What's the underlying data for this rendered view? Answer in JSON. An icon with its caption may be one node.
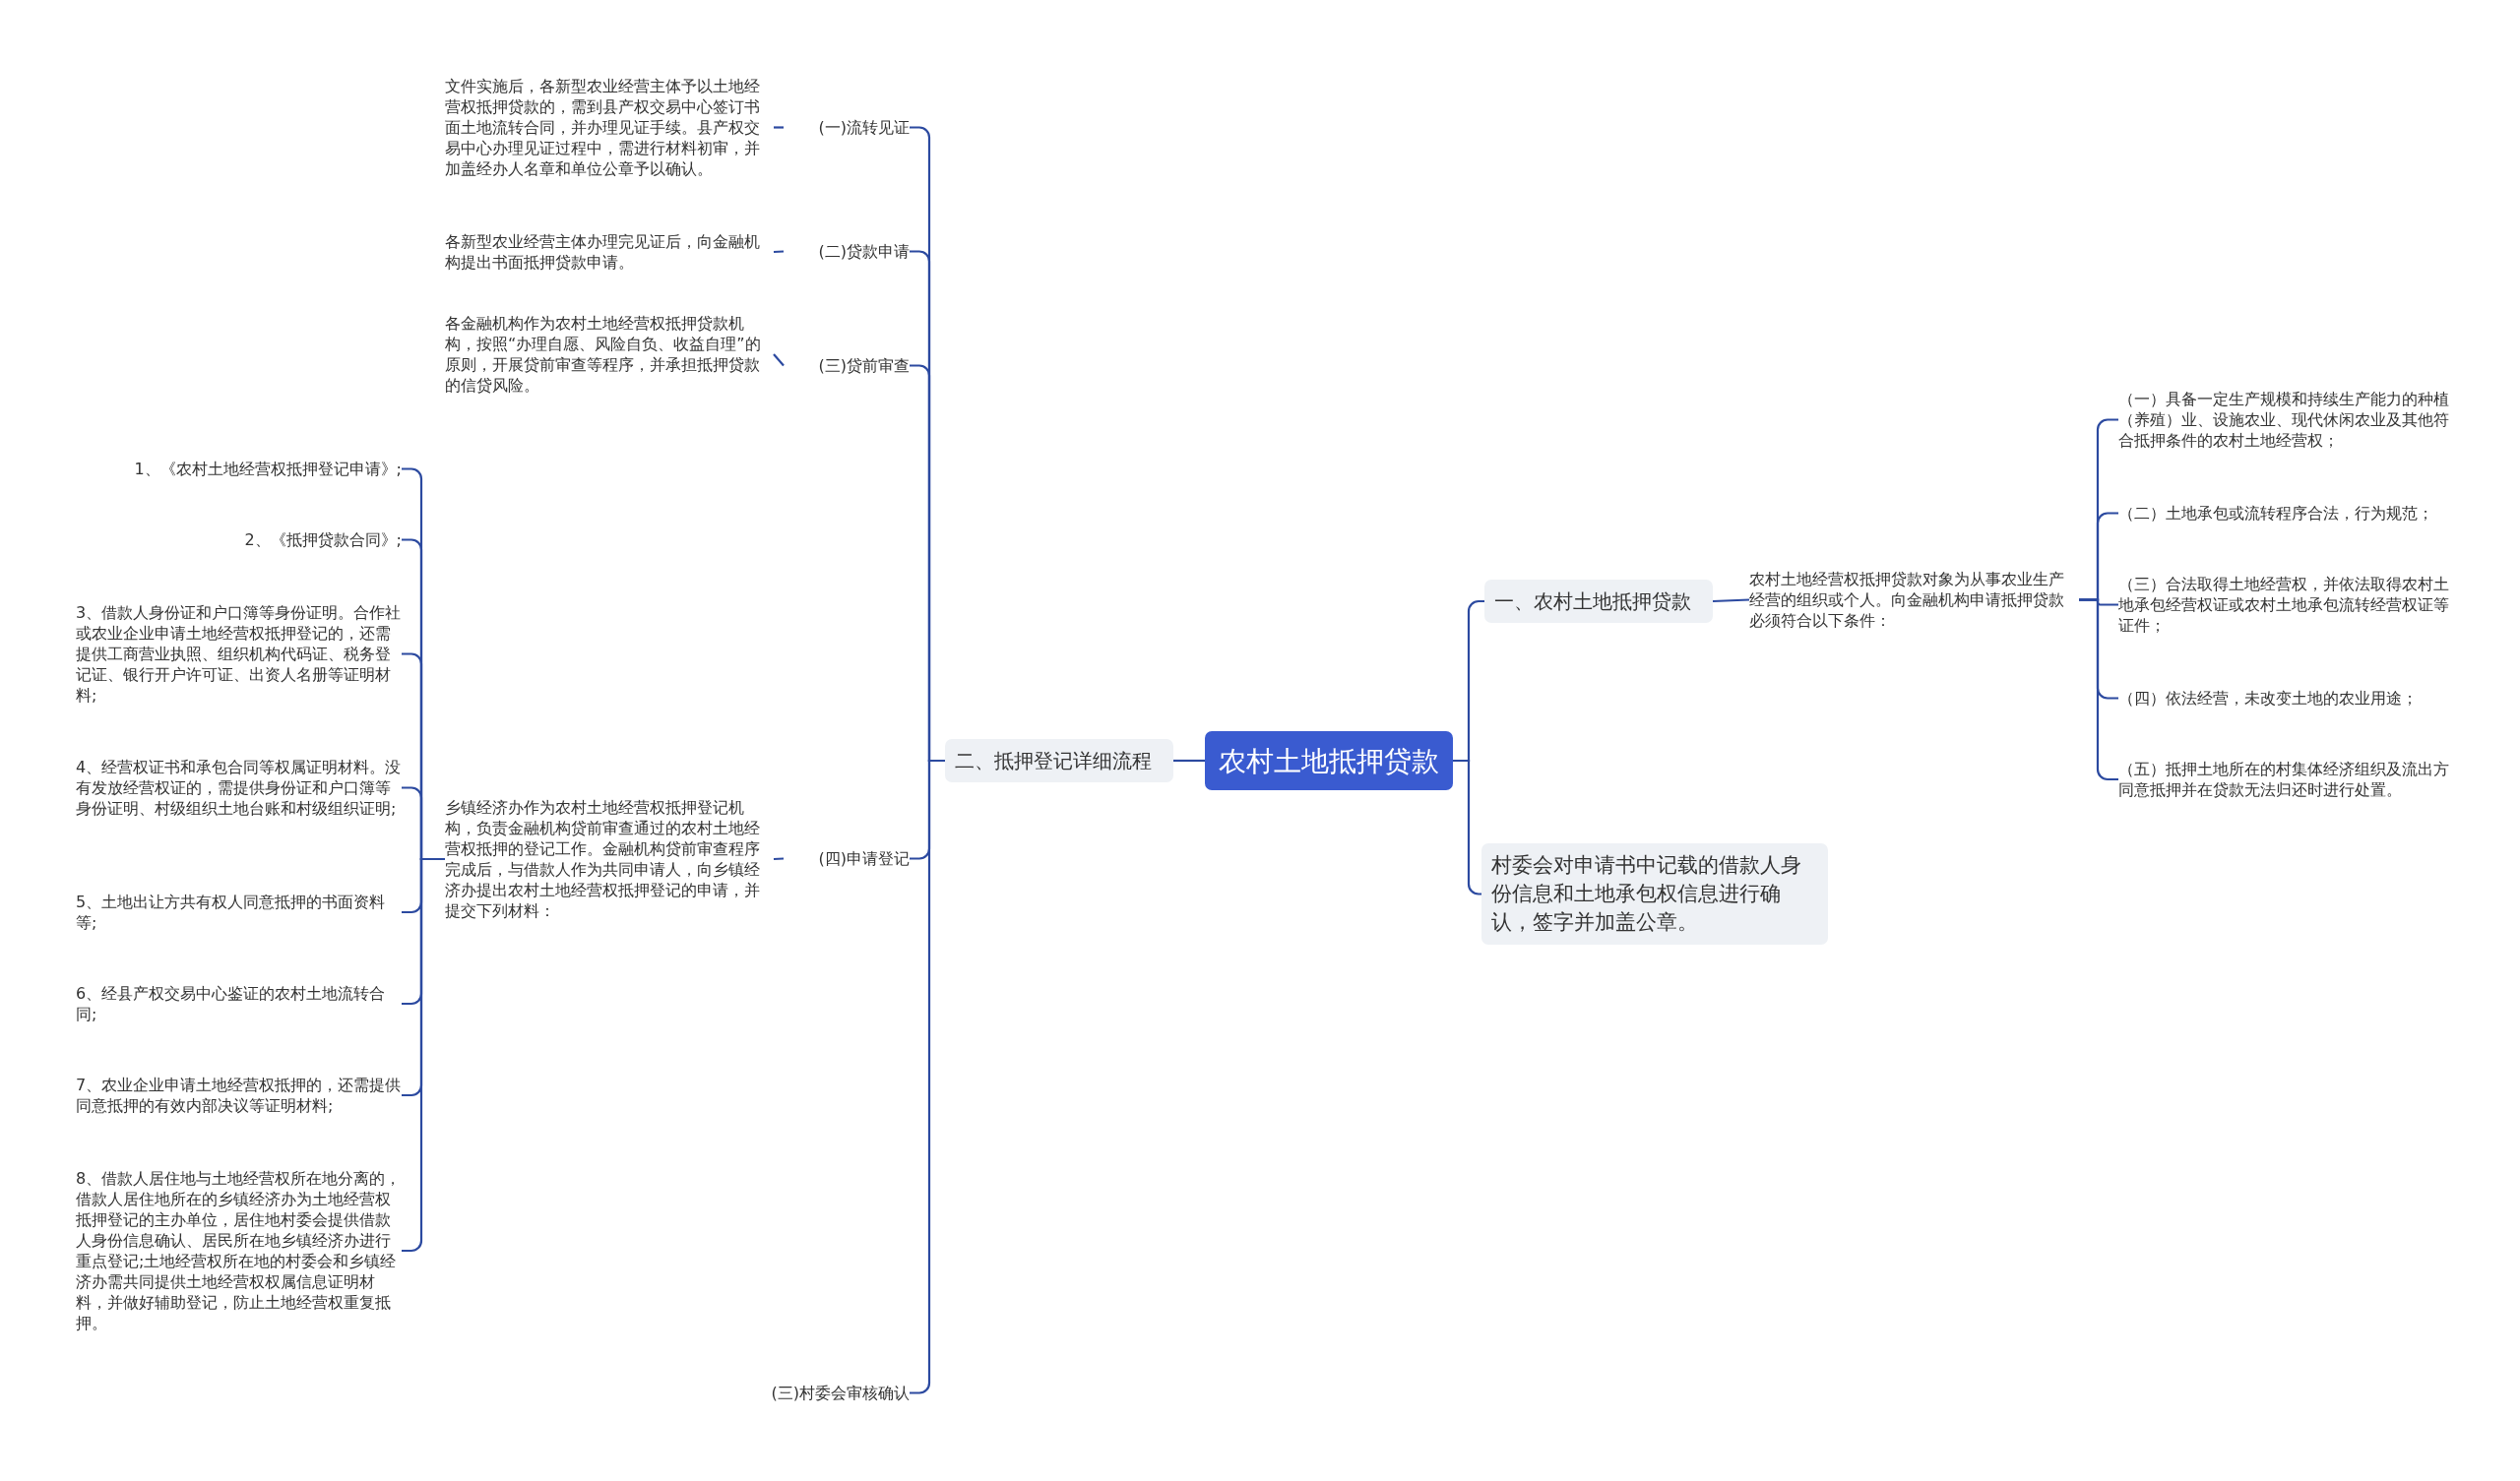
{
  "diagram": {
    "nodes": [
      {
        "text": [
          "农村土地抵押贷款"
        ]
      },
      {
        "text": [
          "一、农村土地抵押贷款"
        ]
      },
      {
        "text": [
          "农村土地经营权抵押贷款对象为从事农业生产经营的组织或个人。向金融机构申请抵押贷款必须符合以下条件："
        ]
      },
      {
        "text": [
          "（一）具备一定生产规模和持续生产能力的种植（养殖）业、设施农业、现代休闲农业及其他符合抵押条件的农村土地经营权；"
        ]
      },
      {
        "text": [
          "（二）土地承包或流转程序合法，行为规范；"
        ]
      },
      {
        "text": [
          "（三）合法取得土地经营权，并依法取得农村土地承包经营权证或农村土地承包流转经营权证等证件；"
        ]
      },
      {
        "text": [
          "（四）依法经营，未改变土地的农业用途；"
        ]
      },
      {
        "text": [
          "（五）抵押土地所在的村集体经济组织及流出方同意抵押并在贷款无法归还时进行处置。"
        ]
      },
      {
        "text": [
          "村委会对申请书中记载的借款人身份信息和土地承包权信息进行确认，签字并加盖公章。"
        ]
      },
      {
        "text": [
          "二、抵押登记详细流程"
        ]
      },
      {
        "text": [
          "(一)流转见证"
        ]
      },
      {
        "text": [
          "文件实施后，各新型农业经营主体予以土地经营权抵押贷款的，需到县产权交易中心签订书面土地流转合同，并办理见证手续。县产权交易中心办理见证过程中，需进行材料初审，并加盖经办人名章和单位公章予以确认。"
        ]
      },
      {
        "text": [
          "(二)贷款申请"
        ]
      },
      {
        "text": [
          "各新型农业经营主体办理完见证后，向金融机构提出书面抵押贷款申请。"
        ]
      },
      {
        "text": [
          "(三)贷前审查"
        ]
      },
      {
        "text": [
          "各金融机构作为农村土地经营权抵押贷款机构，按照“办理自愿、风险自负、收益自理”的原则，开展贷前审查等程序，并承担抵押贷款的信贷风险。"
        ]
      },
      {
        "text": [
          "(四)申请登记"
        ]
      },
      {
        "text": [
          "乡镇经济办作为农村土地经营权抵押登记机构，负责金融机构贷前审查通过的农村土地经营权抵押的登记工作。金融机构贷前审查程序完成后，与借款人作为共同申请人，向乡镇经济办提出农村土地经营权抵押登记的申请，并提交下列材料："
        ]
      },
      {
        "text": [
          "1、《农村土地经营权抵押登记申请》;"
        ]
      },
      {
        "text": [
          "2、《抵押贷款合同》;"
        ]
      },
      {
        "text": [
          "3、借款人身份证和户口簿等身份证明。合作社或农业企业申请土地经营权抵押登记的，还需提供工商营业执照、组织机构代码证、税务登记证、银行开户许可证、出资人名册等证明材料;"
        ]
      },
      {
        "text": [
          "4、经营权证书和承包合同等权属证明材料。没有发放经营权证的，需提供身份证和户口簿等身份证明、村级组织土地台账和村级组织证明;"
        ]
      },
      {
        "text": [
          "5、土地出让方共有权人同意抵押的书面资料等;"
        ]
      },
      {
        "text": [
          "6、经县产权交易中心鉴证的农村土地流转合同;"
        ]
      },
      {
        "text": [
          "7、农业企业申请土地经营权抵押的，还需提供同意抵押的有效内部决议等证明材料;"
        ]
      },
      {
        "text": [
          "8、借款人居住地与土地经营权所在地分离的，借款人居住地所在的乡镇经济办为土地经营权抵押登记的主办单位，居住地村委会提供借款人身份信息确认、居民所在地乡镇经济办进行重点登记;土地经营权所在地的村委会和乡镇经济办需共同提供土地经营权权属信息证明材料，并做好辅助登记，防止土地经营权重复抵押。"
        ]
      },
      {
        "text": [
          "(三)村委会审核确认"
        ]
      }
    ],
    "edges": [
      {
        "from": 0,
        "to": 1,
        "arrow": "none"
      },
      {
        "from": 0,
        "to": 8,
        "arrow": "none"
      },
      {
        "from": 0,
        "to": 9,
        "arrow": "none"
      },
      {
        "from": 1,
        "to": 2,
        "arrow": "none"
      },
      {
        "from": 2,
        "to": 3,
        "arrow": "none"
      },
      {
        "from": 2,
        "to": 4,
        "arrow": "none"
      },
      {
        "from": 2,
        "to": 5,
        "arrow": "none"
      },
      {
        "from": 2,
        "to": 6,
        "arrow": "none"
      },
      {
        "from": 2,
        "to": 7,
        "arrow": "none"
      },
      {
        "from": 9,
        "to": 10,
        "arrow": "none"
      },
      {
        "from": 9,
        "to": 12,
        "arrow": "none"
      },
      {
        "from": 9,
        "to": 14,
        "arrow": "none"
      },
      {
        "from": 9,
        "to": 16,
        "arrow": "none"
      },
      {
        "from": 9,
        "to": 26,
        "arrow": "none"
      },
      {
        "from": 10,
        "to": 11,
        "arrow": "none"
      },
      {
        "from": 12,
        "to": 13,
        "arrow": "none"
      },
      {
        "from": 14,
        "to": 15,
        "arrow": "none"
      },
      {
        "from": 16,
        "to": 17,
        "arrow": "none"
      },
      {
        "from": 17,
        "to": 18,
        "arrow": "none"
      },
      {
        "from": 17,
        "to": 19,
        "arrow": "none"
      },
      {
        "from": 17,
        "to": 20,
        "arrow": "none"
      },
      {
        "from": 17,
        "to": 21,
        "arrow": "none"
      },
      {
        "from": 17,
        "to": 22,
        "arrow": "none"
      },
      {
        "from": 17,
        "to": 23,
        "arrow": "none"
      },
      {
        "from": 17,
        "to": 24,
        "arrow": "none"
      },
      {
        "from": 17,
        "to": 25,
        "arrow": "none"
      }
    ]
  }
}
